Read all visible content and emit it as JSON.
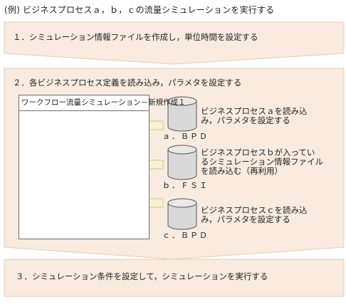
{
  "title": "(例) ビジネスプロセスａ，ｂ，ｃの流量シミュレーションを実行する",
  "steps": [
    {
      "label": "１．シミュレーション情報ファイルを作成し，単位時間を設定する"
    },
    {
      "label": "２．各ビジネスプロセス定義を読み込み，パラメタを設定する"
    },
    {
      "label": "３．シミュレーション条件を設定して，シミュレーションを実行する"
    }
  ],
  "window": {
    "title": "ワークフロー流量シミュレーション－新規作成１"
  },
  "sources": [
    {
      "file": "ａ．ＢＰＤ",
      "lines": [
        "ビジネスプロセスａを読み込",
        "み，パラメタを設定する"
      ]
    },
    {
      "file": "ｂ．ＦＳＩ",
      "lines": [
        "ビジネスプロセスｂが入ってい",
        "るシミュレーション情報ファイル",
        "を読み込む（再利用）"
      ]
    },
    {
      "file": "ｃ．ＢＰＤ",
      "lines": [
        "ビジネスプロセスｃを読み込",
        "み，パラメタを設定する"
      ]
    }
  ],
  "colors": {
    "step_fill": "#f9ebdf",
    "step_stroke": "#e6cdb4",
    "arrow_fill": "#f6f2cf",
    "arrow_stroke": "#cfc79a",
    "db_fill": "#d9d9d9"
  }
}
